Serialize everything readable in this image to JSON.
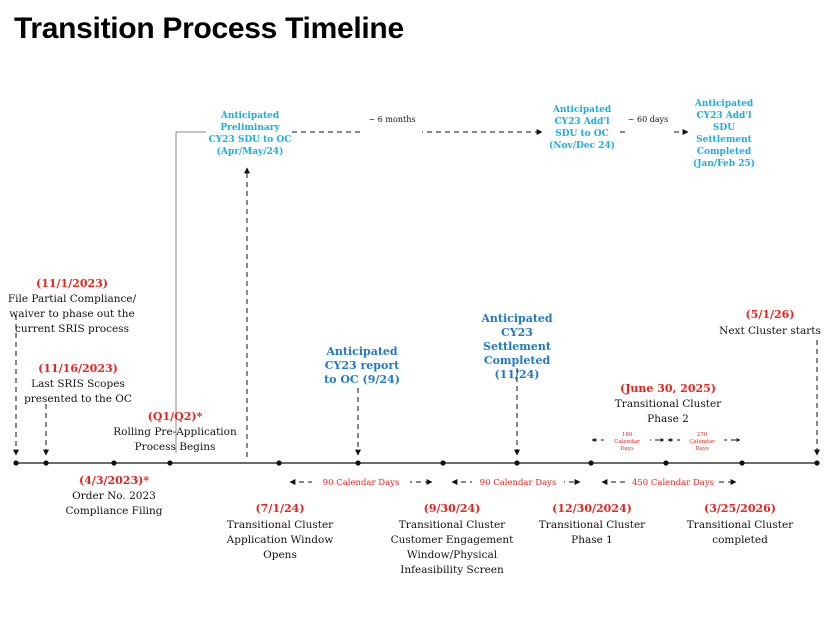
{
  "title": "Transition Process Timeline",
  "colors": {
    "red": "#e8221c",
    "blue": "#1f78c8",
    "cyan": "#18aee6",
    "black": "#111111"
  },
  "top_milestones": [
    {
      "lines": [
        "Anticipated",
        "Preliminary",
        "CY23 SDU to OC",
        "(Apr/May/24)"
      ]
    },
    {
      "lines": [
        "Anticipated",
        "CY23 Add'l",
        "SDU to OC",
        "(Nov/Dec 24)"
      ]
    },
    {
      "lines": [
        "Anticipated",
        "CY23 Add'l",
        "SDU",
        "Settlement",
        "Completed",
        "(Jan/Feb 25)"
      ]
    }
  ],
  "top_gaps": [
    "~ 6 months",
    "~ 60 days"
  ],
  "above_events": [
    {
      "date": "(11/1/2023)",
      "desc": [
        "File Partial Compliance/",
        "waiver to phase out the",
        "current SRIS process"
      ]
    },
    {
      "date": "(11/16/2023)",
      "desc": [
        "Last SRIS Scopes",
        "presented to the OC"
      ]
    },
    {
      "date": "(Q1/Q2)*",
      "desc": [
        "Rolling Pre-Application",
        "Process Begins"
      ]
    },
    {
      "date": "(June 30, 2025)",
      "desc": [
        "Transitional Cluster",
        "Phase 2"
      ]
    },
    {
      "date": "(5/1/26)",
      "desc": [
        "Next Cluster starts"
      ]
    }
  ],
  "blue_events": [
    {
      "lines": [
        "Anticipated",
        "CY23 report",
        "to OC (9/24)"
      ]
    },
    {
      "lines": [
        "Anticipated",
        "CY23",
        "Settlement",
        "Completed",
        "(11/24)"
      ]
    }
  ],
  "below_events": [
    {
      "date": "(4/3/2023)*",
      "desc": [
        "Order No. 2023",
        "Compliance Filing"
      ]
    },
    {
      "date": "(7/1/24)",
      "desc": [
        "Transitional Cluster",
        "Application Window",
        "Opens"
      ]
    },
    {
      "date": "(9/30/24)",
      "desc": [
        "Transitional Cluster",
        "Customer Engagement",
        "Window/Physical",
        "Infeasibility Screen"
      ]
    },
    {
      "date": "(12/30/2024)",
      "desc": [
        "Transitional Cluster",
        "Phase 1"
      ]
    },
    {
      "date": "(3/25/2026)",
      "desc": [
        "Transitional Cluster",
        "completed"
      ]
    }
  ],
  "durations": [
    "90 Calendar Days",
    "90 Calendar Days",
    "450 Calendar Days"
  ],
  "phase_durations": [
    [
      "180",
      "Calendar",
      "Days"
    ],
    [
      "270",
      "Calendar",
      "Days"
    ]
  ]
}
